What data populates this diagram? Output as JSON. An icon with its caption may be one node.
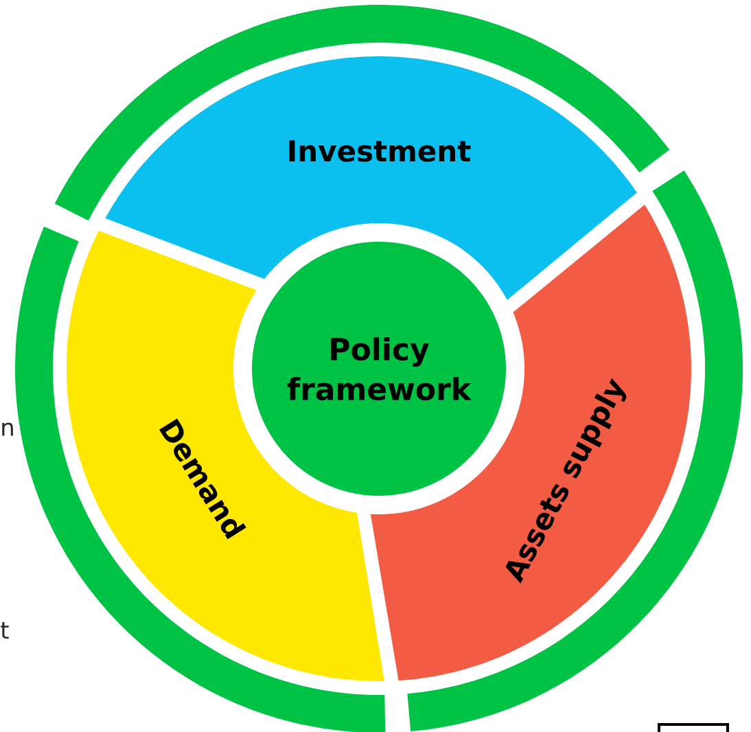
{
  "diagram": {
    "nodes": [
      {
        "text": [],
        "shape": "band"
      },
      {
        "text": [],
        "shape": "band"
      },
      {
        "text": [],
        "shape": "band"
      },
      {
        "text": [
          "Investment"
        ]
      },
      {
        "text": [
          "Demand"
        ]
      },
      {
        "text": [
          "Assets supply"
        ]
      },
      {
        "text": [
          "Policy framework"
        ]
      },
      {
        "text": [],
        "shape": "box"
      }
    ],
    "labels": [
      "n",
      "t"
    ]
  }
}
